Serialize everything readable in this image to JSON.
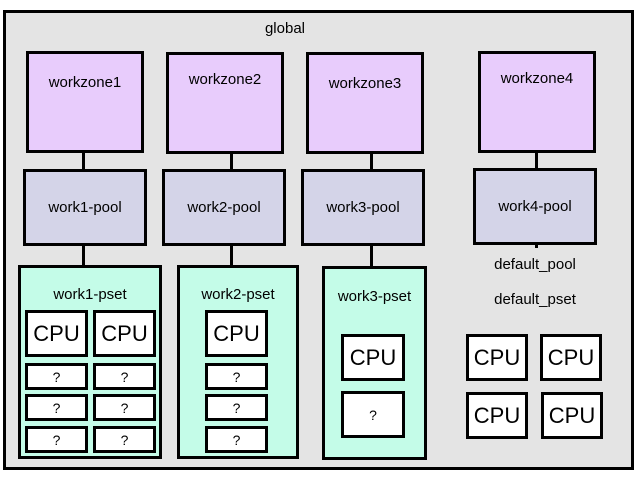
{
  "global": {
    "label": "global"
  },
  "colors": {
    "global_bg": "#e4e4e4",
    "zone_fill": "#e8ccfc",
    "pool_fill": "#d4d4e8",
    "pset_fill": "#c4fce8",
    "cpu_fill": "#ffffff",
    "border": "#000000"
  },
  "zones": [
    {
      "label": "workzone1"
    },
    {
      "label": "workzone2"
    },
    {
      "label": "workzone3"
    },
    {
      "label": "workzone4"
    }
  ],
  "pools": [
    {
      "label": "work1-pool"
    },
    {
      "label": "work2-pool"
    },
    {
      "label": "work3-pool"
    },
    {
      "label": "work4-pool"
    }
  ],
  "psets": [
    {
      "label": "work1-pset",
      "cpus": [
        "CPU",
        "CPU"
      ],
      "unknown": [
        "?",
        "?",
        "?",
        "?",
        "?",
        "?"
      ]
    },
    {
      "label": "work2-pset",
      "cpus": [
        "CPU"
      ],
      "unknown": [
        "?",
        "?",
        "?"
      ]
    },
    {
      "label": "work3-pset",
      "cpus": [
        "CPU"
      ],
      "unknown": [
        "?"
      ]
    }
  ],
  "default": {
    "pool_label": "default_pool",
    "pset_label": "default_pset",
    "cpus": [
      "CPU",
      "CPU",
      "CPU",
      "CPU"
    ]
  }
}
